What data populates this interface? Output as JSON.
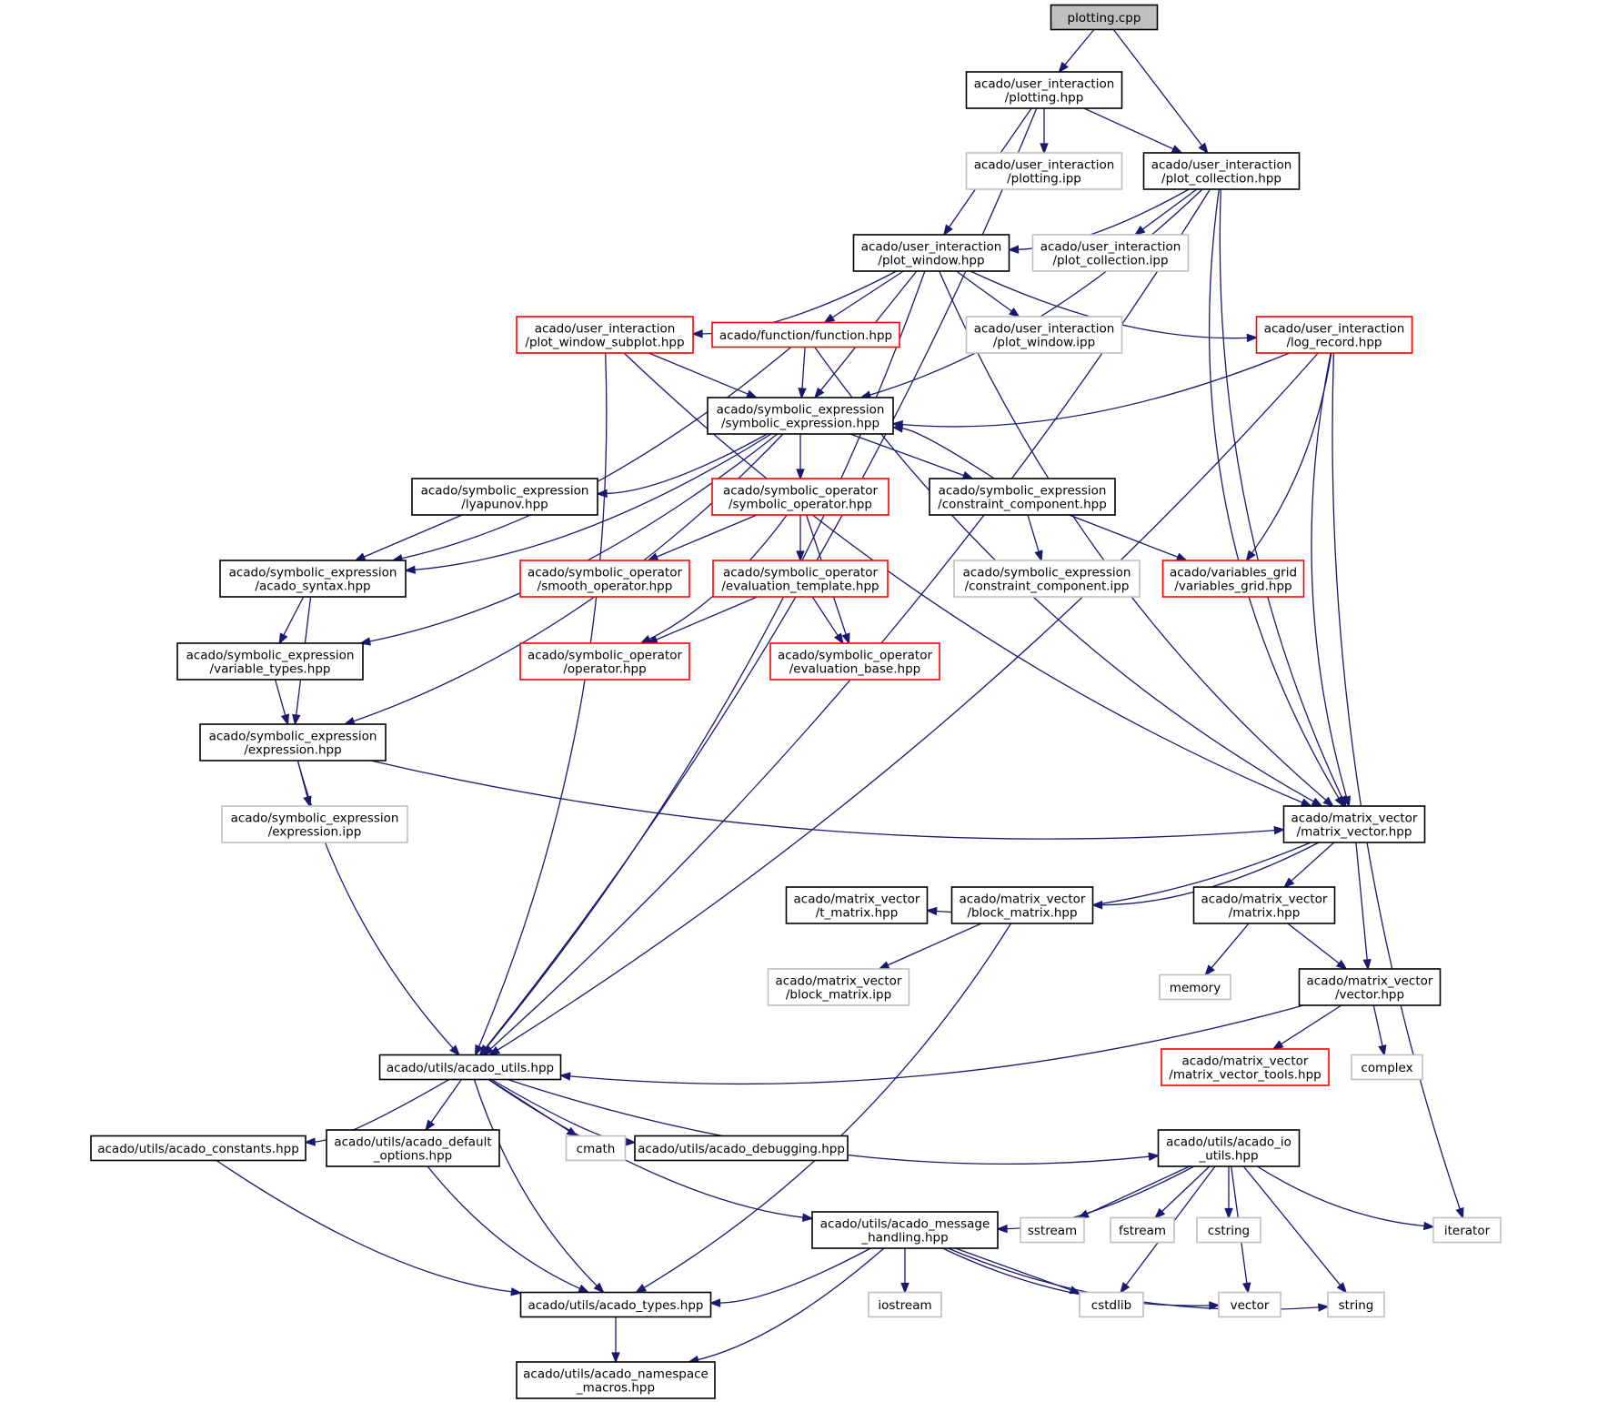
{
  "colors": {
    "edge": "#191970",
    "border_normal": "#000000",
    "border_red": "#ff0000",
    "border_gray": "#bfbfbf",
    "root_fill": "#bfbfbf",
    "fill": "#ffffff"
  },
  "nodes": [
    {
      "id": "root",
      "lines": [
        "plotting.cpp"
      ],
      "style": "root"
    },
    {
      "id": "plotting_hpp",
      "lines": [
        "acado/user_interaction",
        "/plotting.hpp"
      ],
      "style": "normal"
    },
    {
      "id": "plotting_ipp",
      "lines": [
        "acado/user_interaction",
        "/plotting.ipp"
      ],
      "style": "gray"
    },
    {
      "id": "plot_collection_hpp",
      "lines": [
        "acado/user_interaction",
        "/plot_collection.hpp"
      ],
      "style": "normal"
    },
    {
      "id": "plot_window_hpp",
      "lines": [
        "acado/user_interaction",
        "/plot_window.hpp"
      ],
      "style": "normal"
    },
    {
      "id": "plot_collection_ipp",
      "lines": [
        "acado/user_interaction",
        "/plot_collection.ipp"
      ],
      "style": "gray"
    },
    {
      "id": "plot_window_subplot_hpp",
      "lines": [
        "acado/user_interaction",
        "/plot_window_subplot.hpp"
      ],
      "style": "red"
    },
    {
      "id": "function_hpp",
      "lines": [
        "acado/function/function.hpp"
      ],
      "style": "red"
    },
    {
      "id": "plot_window_ipp",
      "lines": [
        "acado/user_interaction",
        "/plot_window.ipp"
      ],
      "style": "gray"
    },
    {
      "id": "log_record_hpp",
      "lines": [
        "acado/user_interaction",
        "/log_record.hpp"
      ],
      "style": "red"
    },
    {
      "id": "symbolic_expression_hpp",
      "lines": [
        "acado/symbolic_expression",
        "/symbolic_expression.hpp"
      ],
      "style": "normal"
    },
    {
      "id": "lyapunov_hpp",
      "lines": [
        "acado/symbolic_expression",
        "/lyapunov.hpp"
      ],
      "style": "normal"
    },
    {
      "id": "symbolic_operator_hpp",
      "lines": [
        "acado/symbolic_operator",
        "/symbolic_operator.hpp"
      ],
      "style": "red"
    },
    {
      "id": "constraint_component_hpp",
      "lines": [
        "acado/symbolic_expression",
        "/constraint_component.hpp"
      ],
      "style": "normal"
    },
    {
      "id": "acado_syntax_hpp",
      "lines": [
        "acado/symbolic_expression",
        "/acado_syntax.hpp"
      ],
      "style": "normal"
    },
    {
      "id": "smooth_operator_hpp",
      "lines": [
        "acado/symbolic_operator",
        "/smooth_operator.hpp"
      ],
      "style": "red"
    },
    {
      "id": "evaluation_template_hpp",
      "lines": [
        "acado/symbolic_operator",
        "/evaluation_template.hpp"
      ],
      "style": "red"
    },
    {
      "id": "constraint_component_ipp",
      "lines": [
        "acado/symbolic_expression",
        "/constraint_component.ipp"
      ],
      "style": "gray"
    },
    {
      "id": "variables_grid_hpp",
      "lines": [
        "acado/variables_grid",
        "/variables_grid.hpp"
      ],
      "style": "red"
    },
    {
      "id": "variable_types_hpp",
      "lines": [
        "acado/symbolic_expression",
        "/variable_types.hpp"
      ],
      "style": "normal"
    },
    {
      "id": "operator_hpp",
      "lines": [
        "acado/symbolic_operator",
        "/operator.hpp"
      ],
      "style": "red"
    },
    {
      "id": "evaluation_base_hpp",
      "lines": [
        "acado/symbolic_operator",
        "/evaluation_base.hpp"
      ],
      "style": "red"
    },
    {
      "id": "expression_hpp",
      "lines": [
        "acado/symbolic_expression",
        "/expression.hpp"
      ],
      "style": "normal"
    },
    {
      "id": "expression_ipp",
      "lines": [
        "acado/symbolic_expression",
        "/expression.ipp"
      ],
      "style": "gray"
    },
    {
      "id": "matrix_vector_hpp",
      "lines": [
        "acado/matrix_vector",
        "/matrix_vector.hpp"
      ],
      "style": "normal"
    },
    {
      "id": "t_matrix_hpp",
      "lines": [
        "acado/matrix_vector",
        "/t_matrix.hpp"
      ],
      "style": "normal"
    },
    {
      "id": "block_matrix_hpp",
      "lines": [
        "acado/matrix_vector",
        "/block_matrix.hpp"
      ],
      "style": "normal"
    },
    {
      "id": "matrix_hpp",
      "lines": [
        "acado/matrix_vector",
        "/matrix.hpp"
      ],
      "style": "normal"
    },
    {
      "id": "block_matrix_ipp",
      "lines": [
        "acado/matrix_vector",
        "/block_matrix.ipp"
      ],
      "style": "gray"
    },
    {
      "id": "memory",
      "lines": [
        "memory"
      ],
      "style": "gray"
    },
    {
      "id": "vector_hpp",
      "lines": [
        "acado/matrix_vector",
        "/vector.hpp"
      ],
      "style": "normal"
    },
    {
      "id": "acado_utils_hpp",
      "lines": [
        "acado/utils/acado_utils.hpp"
      ],
      "style": "normal"
    },
    {
      "id": "matrix_vector_tools_hpp",
      "lines": [
        "acado/matrix_vector",
        "/matrix_vector_tools.hpp"
      ],
      "style": "red"
    },
    {
      "id": "complex",
      "lines": [
        "complex"
      ],
      "style": "gray"
    },
    {
      "id": "acado_constants_hpp",
      "lines": [
        "acado/utils/acado_constants.hpp"
      ],
      "style": "normal"
    },
    {
      "id": "acado_default_options_hpp",
      "lines": [
        "acado/utils/acado_default",
        "_options.hpp"
      ],
      "style": "normal"
    },
    {
      "id": "cmath",
      "lines": [
        "cmath"
      ],
      "style": "gray"
    },
    {
      "id": "acado_debugging_hpp",
      "lines": [
        "acado/utils/acado_debugging.hpp"
      ],
      "style": "normal"
    },
    {
      "id": "acado_io_utils_hpp",
      "lines": [
        "acado/utils/acado_io",
        "_utils.hpp"
      ],
      "style": "normal"
    },
    {
      "id": "acado_message_handling_hpp",
      "lines": [
        "acado/utils/acado_message",
        "_handling.hpp"
      ],
      "style": "normal"
    },
    {
      "id": "sstream",
      "lines": [
        "sstream"
      ],
      "style": "gray"
    },
    {
      "id": "fstream",
      "lines": [
        "fstream"
      ],
      "style": "gray"
    },
    {
      "id": "cstring",
      "lines": [
        "cstring"
      ],
      "style": "gray"
    },
    {
      "id": "iterator",
      "lines": [
        "iterator"
      ],
      "style": "gray"
    },
    {
      "id": "acado_types_hpp",
      "lines": [
        "acado/utils/acado_types.hpp"
      ],
      "style": "normal"
    },
    {
      "id": "iostream",
      "lines": [
        "iostream"
      ],
      "style": "gray"
    },
    {
      "id": "cstdlib",
      "lines": [
        "cstdlib"
      ],
      "style": "gray"
    },
    {
      "id": "vector",
      "lines": [
        "vector"
      ],
      "style": "gray"
    },
    {
      "id": "string",
      "lines": [
        "string"
      ],
      "style": "gray"
    },
    {
      "id": "acado_namespace_macros_hpp",
      "lines": [
        "acado/utils/acado_namespace",
        "_macros.hpp"
      ],
      "style": "normal"
    }
  ],
  "edges": [
    [
      "root",
      "plotting_hpp"
    ],
    [
      "root",
      "plot_collection_hpp"
    ],
    [
      "plotting_hpp",
      "plotting_ipp"
    ],
    [
      "plotting_hpp",
      "plot_collection_hpp"
    ],
    [
      "plotting_hpp",
      "plot_window_hpp"
    ],
    [
      "plotting_hpp",
      "acado_utils_hpp"
    ],
    [
      "plot_collection_hpp",
      "plot_window_hpp"
    ],
    [
      "plot_collection_hpp",
      "plot_collection_ipp"
    ],
    [
      "plot_collection_hpp",
      "symbolic_expression_hpp"
    ],
    [
      "plot_collection_hpp",
      "matrix_vector_hpp"
    ],
    [
      "plot_collection_hpp",
      "acado_utils_hpp"
    ],
    [
      "plot_collection_hpp",
      "matrix_vector_hpp"
    ],
    [
      "plot_window_hpp",
      "plot_window_subplot_hpp"
    ],
    [
      "plot_window_hpp",
      "function_hpp"
    ],
    [
      "plot_window_hpp",
      "plot_window_ipp"
    ],
    [
      "plot_window_hpp",
      "log_record_hpp"
    ],
    [
      "plot_window_hpp",
      "symbolic_expression_hpp"
    ],
    [
      "plot_window_hpp",
      "acado_utils_hpp"
    ],
    [
      "plot_window_hpp",
      "matrix_vector_hpp"
    ],
    [
      "plot_window_subplot_hpp",
      "symbolic_expression_hpp"
    ],
    [
      "plot_window_subplot_hpp",
      "acado_utils_hpp"
    ],
    [
      "plot_window_subplot_hpp",
      "matrix_vector_hpp"
    ],
    [
      "function_hpp",
      "symbolic_expression_hpp"
    ],
    [
      "function_hpp",
      "acado_syntax_hpp"
    ],
    [
      "function_hpp",
      "matrix_vector_hpp"
    ],
    [
      "log_record_hpp",
      "symbolic_expression_hpp"
    ],
    [
      "log_record_hpp",
      "variables_grid_hpp"
    ],
    [
      "log_record_hpp",
      "matrix_vector_hpp"
    ],
    [
      "log_record_hpp",
      "iterator"
    ],
    [
      "log_record_hpp",
      "acado_utils_hpp"
    ],
    [
      "symbolic_expression_hpp",
      "lyapunov_hpp"
    ],
    [
      "symbolic_expression_hpp",
      "symbolic_operator_hpp"
    ],
    [
      "symbolic_expression_hpp",
      "constraint_component_hpp"
    ],
    [
      "symbolic_expression_hpp",
      "acado_syntax_hpp"
    ],
    [
      "symbolic_expression_hpp",
      "variable_types_hpp"
    ],
    [
      "symbolic_expression_hpp",
      "expression_hpp"
    ],
    [
      "constraint_component_hpp",
      "symbolic_expression_hpp"
    ],
    [
      "constraint_component_hpp",
      "constraint_component_ipp"
    ],
    [
      "constraint_component_hpp",
      "variables_grid_hpp"
    ],
    [
      "lyapunov_hpp",
      "acado_syntax_hpp"
    ],
    [
      "symbolic_operator_hpp",
      "smooth_operator_hpp"
    ],
    [
      "symbolic_operator_hpp",
      "evaluation_template_hpp"
    ],
    [
      "symbolic_operator_hpp",
      "operator_hpp"
    ],
    [
      "symbolic_operator_hpp",
      "evaluation_base_hpp"
    ],
    [
      "evaluation_template_hpp",
      "operator_hpp"
    ],
    [
      "evaluation_template_hpp",
      "evaluation_base_hpp"
    ],
    [
      "acado_syntax_hpp",
      "variable_types_hpp"
    ],
    [
      "acado_syntax_hpp",
      "expression_hpp"
    ],
    [
      "variable_types_hpp",
      "expression_hpp"
    ],
    [
      "expression_hpp",
      "expression_ipp"
    ],
    [
      "expression_hpp",
      "matrix_vector_hpp"
    ],
    [
      "expression_hpp",
      "acado_utils_hpp"
    ],
    [
      "matrix_vector_hpp",
      "t_matrix_hpp"
    ],
    [
      "matrix_vector_hpp",
      "block_matrix_hpp"
    ],
    [
      "matrix_vector_hpp",
      "matrix_hpp"
    ],
    [
      "matrix_vector_hpp",
      "vector_hpp"
    ],
    [
      "block_matrix_hpp",
      "block_matrix_ipp"
    ],
    [
      "block_matrix_hpp",
      "acado_types_hpp"
    ],
    [
      "matrix_hpp",
      "memory"
    ],
    [
      "matrix_hpp",
      "vector_hpp"
    ],
    [
      "vector_hpp",
      "acado_utils_hpp"
    ],
    [
      "vector_hpp",
      "matrix_vector_tools_hpp"
    ],
    [
      "vector_hpp",
      "complex"
    ],
    [
      "acado_utils_hpp",
      "acado_constants_hpp"
    ],
    [
      "acado_utils_hpp",
      "acado_default_options_hpp"
    ],
    [
      "acado_utils_hpp",
      "cmath"
    ],
    [
      "acado_utils_hpp",
      "acado_debugging_hpp"
    ],
    [
      "acado_utils_hpp",
      "acado_io_utils_hpp"
    ],
    [
      "acado_utils_hpp",
      "acado_message_handling_hpp"
    ],
    [
      "acado_utils_hpp",
      "acado_types_hpp"
    ],
    [
      "acado_constants_hpp",
      "acado_types_hpp"
    ],
    [
      "acado_default_options_hpp",
      "acado_types_hpp"
    ],
    [
      "acado_io_utils_hpp",
      "acado_message_handling_hpp"
    ],
    [
      "acado_io_utils_hpp",
      "sstream"
    ],
    [
      "acado_io_utils_hpp",
      "fstream"
    ],
    [
      "acado_io_utils_hpp",
      "cstring"
    ],
    [
      "acado_io_utils_hpp",
      "iterator"
    ],
    [
      "acado_io_utils_hpp",
      "cstdlib"
    ],
    [
      "acado_io_utils_hpp",
      "vector"
    ],
    [
      "acado_io_utils_hpp",
      "string"
    ],
    [
      "acado_message_handling_hpp",
      "acado_types_hpp"
    ],
    [
      "acado_message_handling_hpp",
      "iostream"
    ],
    [
      "acado_message_handling_hpp",
      "cstdlib"
    ],
    [
      "acado_message_handling_hpp",
      "vector"
    ],
    [
      "acado_message_handling_hpp",
      "string"
    ],
    [
      "acado_message_handling_hpp",
      "acado_namespace_macros_hpp"
    ],
    [
      "acado_types_hpp",
      "acado_namespace_macros_hpp"
    ]
  ]
}
